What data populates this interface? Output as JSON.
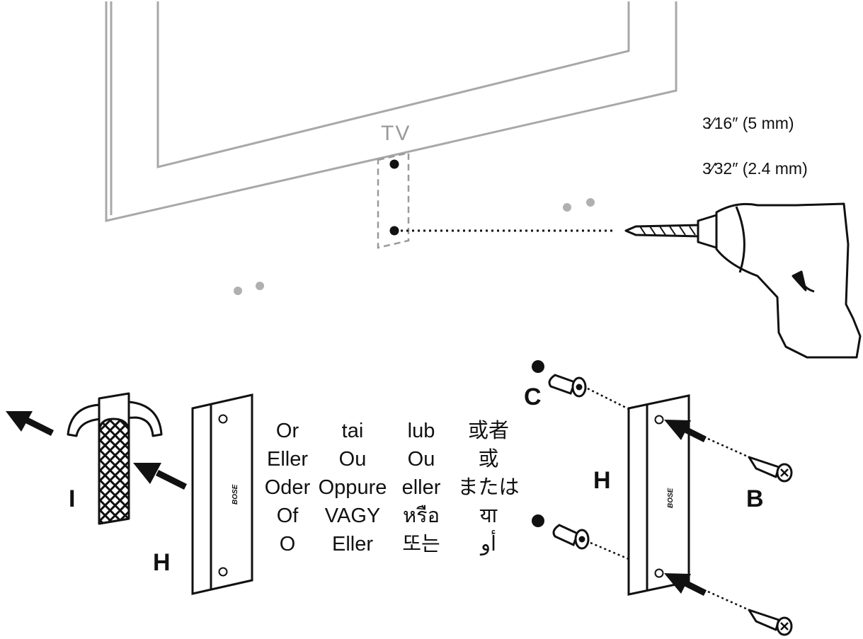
{
  "labels": {
    "tv": "TV",
    "drill_bit_1": "3⁄16″ (5 mm)",
    "drill_bit_2": "3⁄32″ (2.4 mm)",
    "part_c": "C",
    "part_b": "B",
    "part_h_left": "H",
    "part_h_right": "H",
    "part_i": "I",
    "bracket_logo": "BOSE"
  },
  "or_words": [
    [
      "Or",
      "tai",
      "lub",
      "或者"
    ],
    [
      "Eller",
      "Ou",
      "Ou",
      "或"
    ],
    [
      "Oder",
      "Oppure",
      "eller",
      "または"
    ],
    [
      "Of",
      "VAGY",
      "หรือ",
      "या"
    ],
    [
      "O",
      "Eller",
      "또는",
      "أو"
    ]
  ]
}
